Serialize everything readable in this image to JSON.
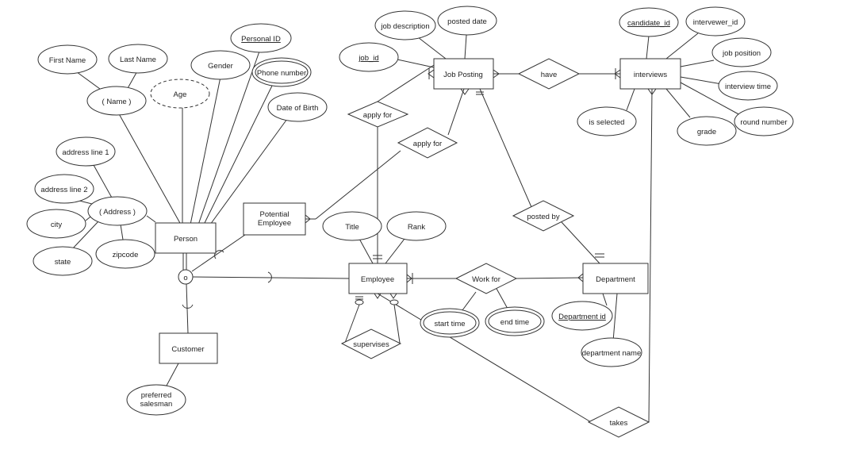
{
  "entities": {
    "person": "Person",
    "potential_employee": "Potential\nEmployee",
    "customer": "Customer",
    "employee": "Employee",
    "job_posting": "Job Posting",
    "interviews": "interviews",
    "department": "Department"
  },
  "relationships": {
    "have": "have",
    "apply_for_1": "apply for",
    "apply_for_2": "apply for",
    "posted_by": "posted by",
    "work_for": "Work for",
    "supervises": "supervises",
    "takes": "takes"
  },
  "specialization": {
    "symbol": "o"
  },
  "attributes": {
    "first_name": "First Name",
    "last_name": "Last Name",
    "name": "( Name )",
    "age": "Age",
    "gender": "Gender",
    "personal_id": "Personal ID",
    "phone_number": "Phone number",
    "date_of_birth": "Date of Birth",
    "address_line_1": "address line 1",
    "address_line_2": "address line 2",
    "address": "( Address )",
    "city": "city",
    "state": "state",
    "zipcode": "zipcode",
    "preferred_salesman": "preferred\nsalesman",
    "job_description": "job description",
    "posted_date": "posted date",
    "job_id": "job_id",
    "candidate_id": "candidate_id",
    "interviewer_id": "intervewer_id",
    "job_position": "job position",
    "interview_time": "interview time",
    "is_selected": "is selected",
    "grade": "grade",
    "round_number": "round number",
    "title": "Title",
    "rank": "Rank",
    "start_time": "start time",
    "end_time": "end time",
    "department_id": "Department id",
    "department_name": "department name"
  }
}
